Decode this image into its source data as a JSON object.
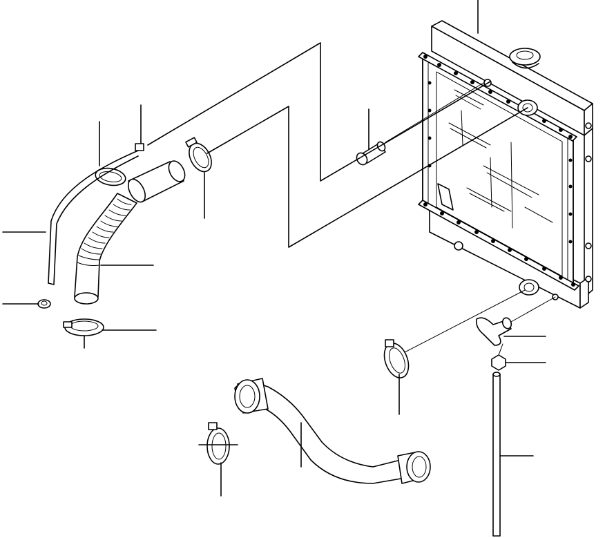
{
  "diagram": {
    "colors": {
      "line": "#000000",
      "background": "#ffffff"
    },
    "parts": [
      "radiator",
      "radiator-cap",
      "overflow-tube",
      "tube-nut",
      "tube-clip",
      "upper-hose-flexible",
      "upper-hose-clamp-a",
      "upper-hose-clamp-b",
      "sensor-fitting",
      "lower-hose",
      "lower-hose-clamp-a",
      "lower-hose-clamp-b",
      "drain-cock",
      "drain-nut",
      "drain-tube"
    ]
  }
}
